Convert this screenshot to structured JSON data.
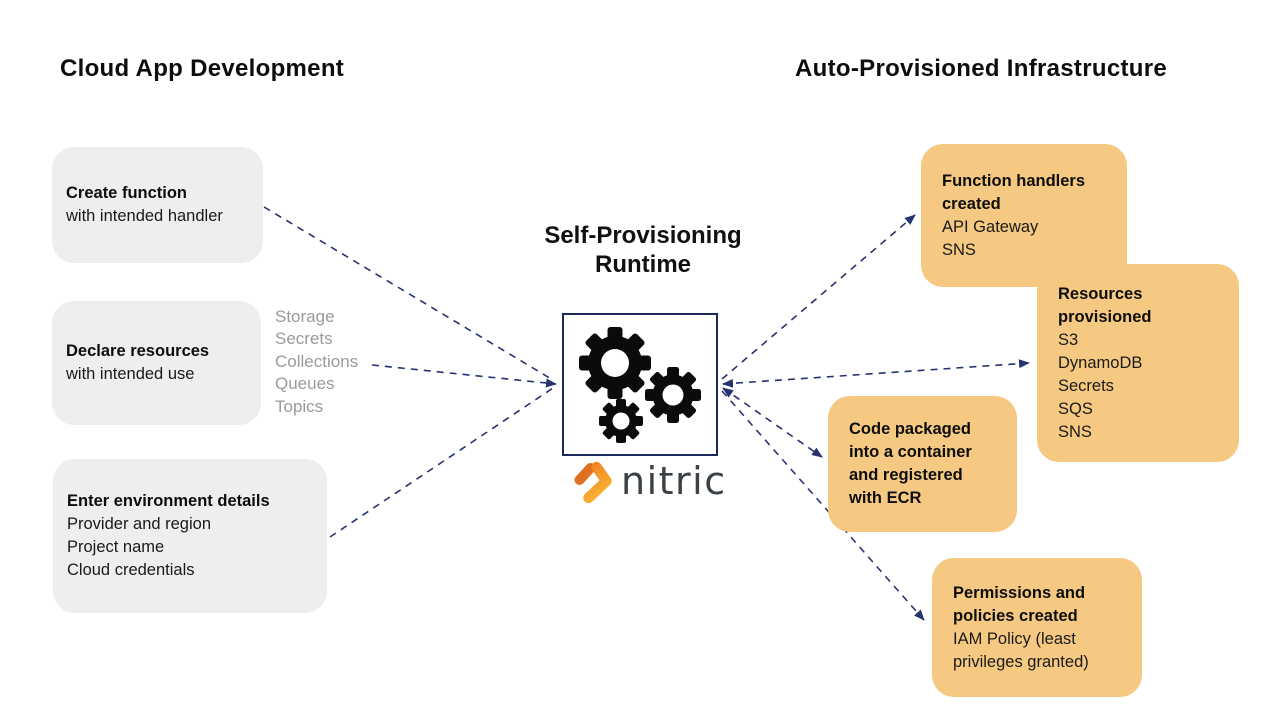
{
  "headings": {
    "left": "Cloud App Development",
    "right": "Auto-Provisioned Infrastructure"
  },
  "center": {
    "title": "Self-Provisioning\nRuntime",
    "logo_text": "nitric"
  },
  "left_boxes": [
    {
      "title": "Create function",
      "lines": [
        "with intended handler"
      ]
    },
    {
      "title": "Declare resources",
      "lines": [
        "with intended use"
      ]
    },
    {
      "title": "Enter environment details",
      "lines": [
        "Provider and region",
        "Project name",
        "Cloud credentials"
      ]
    }
  ],
  "resource_list": [
    "Storage",
    "Secrets",
    "Collections",
    "Queues",
    "Topics"
  ],
  "right_boxes": [
    {
      "title": "Function handlers\ncreated",
      "lines": [
        "API Gateway",
        "SNS"
      ]
    },
    {
      "title": "Resources\nprovisioned",
      "lines": [
        "S3",
        "DynamoDB",
        "Secrets",
        "SQS",
        "SNS"
      ]
    },
    {
      "title": "Code packaged\ninto a container\nand registered\nwith ECR",
      "lines": []
    },
    {
      "title": "Permissions and\npolicies created",
      "lines": [
        "IAM Policy (least\nprivileges granted)"
      ]
    }
  ],
  "colors": {
    "accent_navy": "#26336e",
    "runtime_border_navy": "#1b2a5e",
    "box_gray": "#eeeeee",
    "box_orange": "#f6c982",
    "muted_list_text": "#9a9a9a",
    "logo_orange_dark": "#dd7121",
    "logo_orange_light": "#f9b234",
    "logo_text_color": "#3a4147",
    "gear_black": "#0b0b0b"
  }
}
